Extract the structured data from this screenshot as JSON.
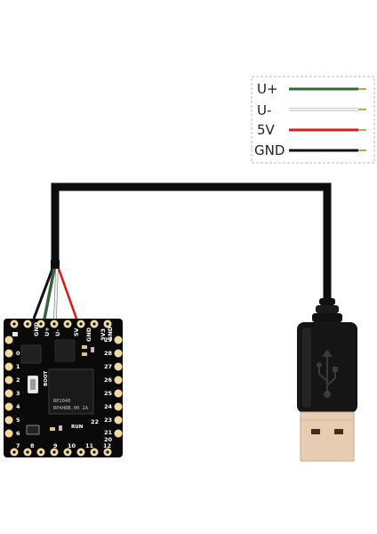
{
  "legend": {
    "items": [
      {
        "label": "U+",
        "color": "#2e6b2e"
      },
      {
        "label": "U-",
        "color": "#e6e6e6"
      },
      {
        "label": "5V",
        "color": "#d81b1b"
      },
      {
        "label": "GND",
        "color": "#111111"
      }
    ]
  },
  "board": {
    "top_pins": [
      "GND",
      "U+",
      "U-",
      "5V",
      "3V3",
      "GND",
      "GND"
    ],
    "left_pins": [
      "0",
      "1",
      "2",
      "3",
      "4",
      "5",
      "6"
    ],
    "right_pins": [
      "29",
      "28",
      "27",
      "26",
      "25",
      "24",
      "23",
      "22",
      "21",
      "20"
    ],
    "bottom_pins": [
      "7",
      "8",
      "9",
      "10",
      "11",
      "12"
    ],
    "chip_line1": "RP2040",
    "chip_line2": "RPAH8B.00 2A",
    "boot_label": "BOOT",
    "run_label": "RUN"
  },
  "colors": {
    "cable": "#0d0d0d",
    "pcb": "#0a0a0a",
    "pad": "#f2d9a0",
    "usb_metal": "#e8ccb2"
  }
}
